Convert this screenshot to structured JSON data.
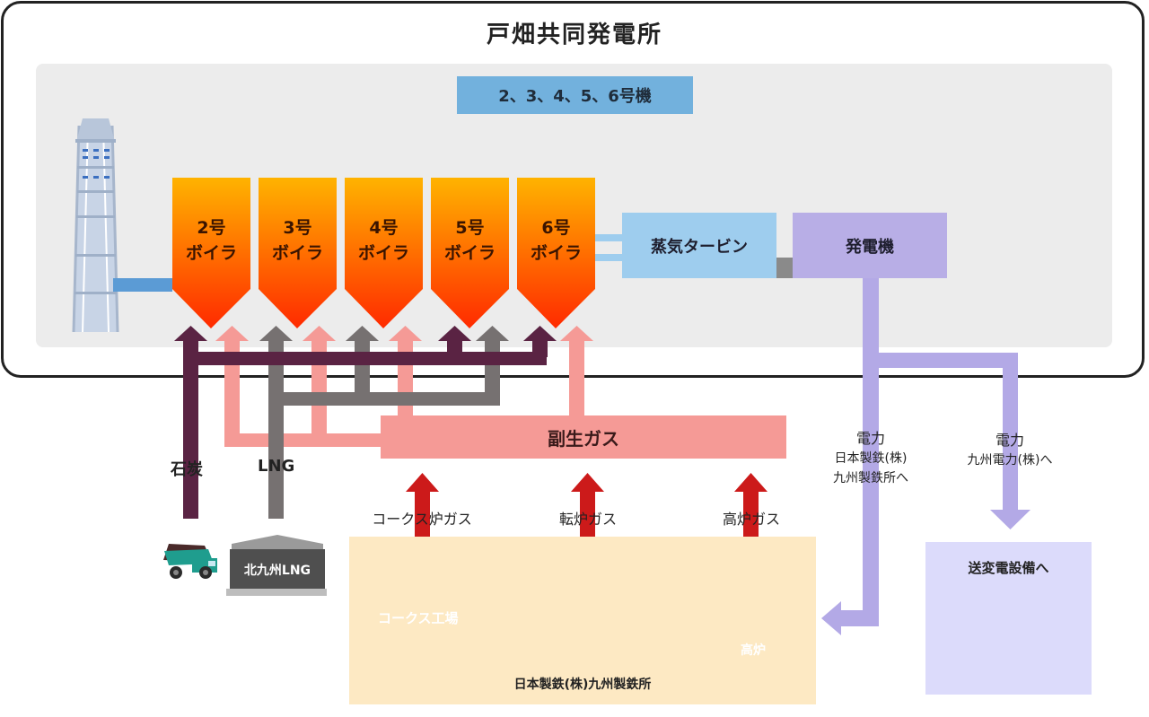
{
  "plant_title": "戸畑共同発電所",
  "units_label": "2、3、4、5、6号機",
  "boilers": [
    {
      "line1": "2号",
      "line2": "ボイラ"
    },
    {
      "line1": "3号",
      "line2": "ボイラ"
    },
    {
      "line1": "4号",
      "line2": "ボイラ"
    },
    {
      "line1": "5号",
      "line2": "ボイラ"
    },
    {
      "line1": "6号",
      "line2": "ボイラ"
    }
  ],
  "turbine_label": "蒸気タービン",
  "generator_label": "発電機",
  "fuels": {
    "coal_label": "石炭",
    "lng_label": "LNG",
    "lng_terminal_label": "北九州LNG",
    "byproduct_gas_label": "副生ガス"
  },
  "gas_sources": [
    {
      "label": "コークス炉ガス"
    },
    {
      "label": "転炉ガス"
    },
    {
      "label": "高炉ガス"
    }
  ],
  "steelworks": {
    "coke_plant_label": "コークス工場",
    "blast_furnace_label": "高炉",
    "caption": "日本製鉄(株)九州製鉄所"
  },
  "power_out_steel": {
    "title": "電力",
    "line1": "日本製鉄(株)",
    "line2": "九州製鉄所へ"
  },
  "power_out_kyuden": {
    "title": "電力",
    "line1": "九州電力(株)へ"
  },
  "substation_label": "送変電設備へ",
  "colors": {
    "coal": "#5a2343",
    "lng": "#767171",
    "byproduct_gas": "#f59a96",
    "source_arrow": "#cc1a1a",
    "power": "#b3a9e6",
    "steam": "#9ecdee",
    "flue": "#5b9bd5",
    "boiler_top": "#ffb300",
    "boiler_bottom": "#ff2a00"
  }
}
